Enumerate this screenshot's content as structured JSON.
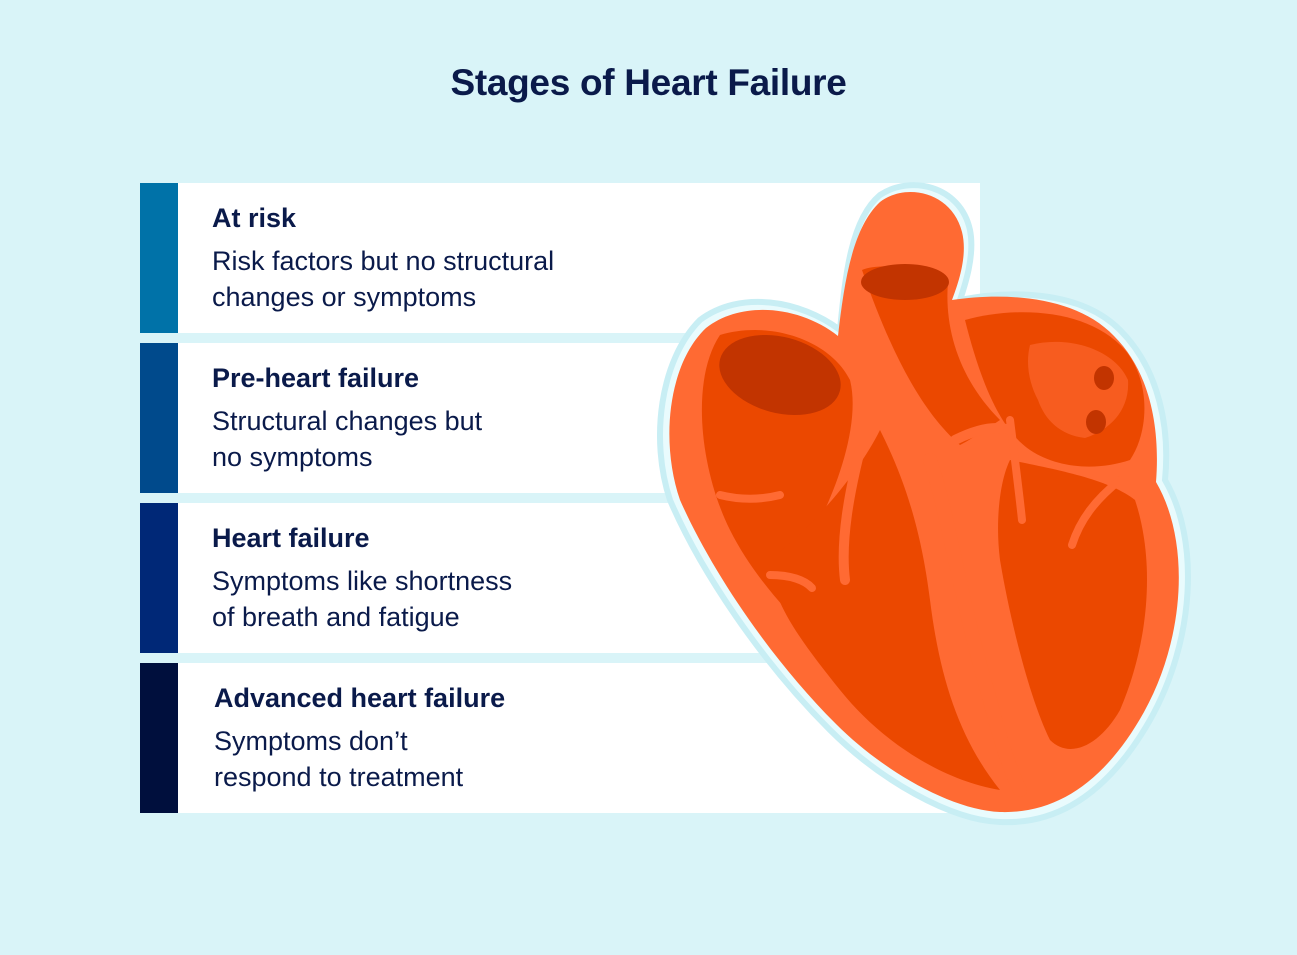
{
  "title": "Stages of Heart Failure",
  "stages": [
    {
      "name": "At risk",
      "desc": [
        "Risk factors but no structural",
        "changes or symptoms"
      ],
      "color": "#0072a8"
    },
    {
      "name": "Pre-heart failure",
      "desc": [
        "Structural changes but",
        "no symptoms"
      ],
      "color": "#004a8c"
    },
    {
      "name": "Heart failure",
      "desc": [
        "Symptoms like shortness",
        "of breath and fatigue"
      ],
      "color": "#002877"
    },
    {
      "name": "Advanced heart failure",
      "desc": [
        "Symptoms don’t",
        "respond to treatment"
      ],
      "color": "#000f3d"
    }
  ],
  "colors": {
    "background": "#d9f4f8",
    "text": "#0a1a4a",
    "heart_light": "#ff6a33",
    "heart_mid": "#eb4800",
    "heart_dark": "#c23400"
  },
  "icons": {
    "illustration": "heart-anatomy-icon"
  }
}
